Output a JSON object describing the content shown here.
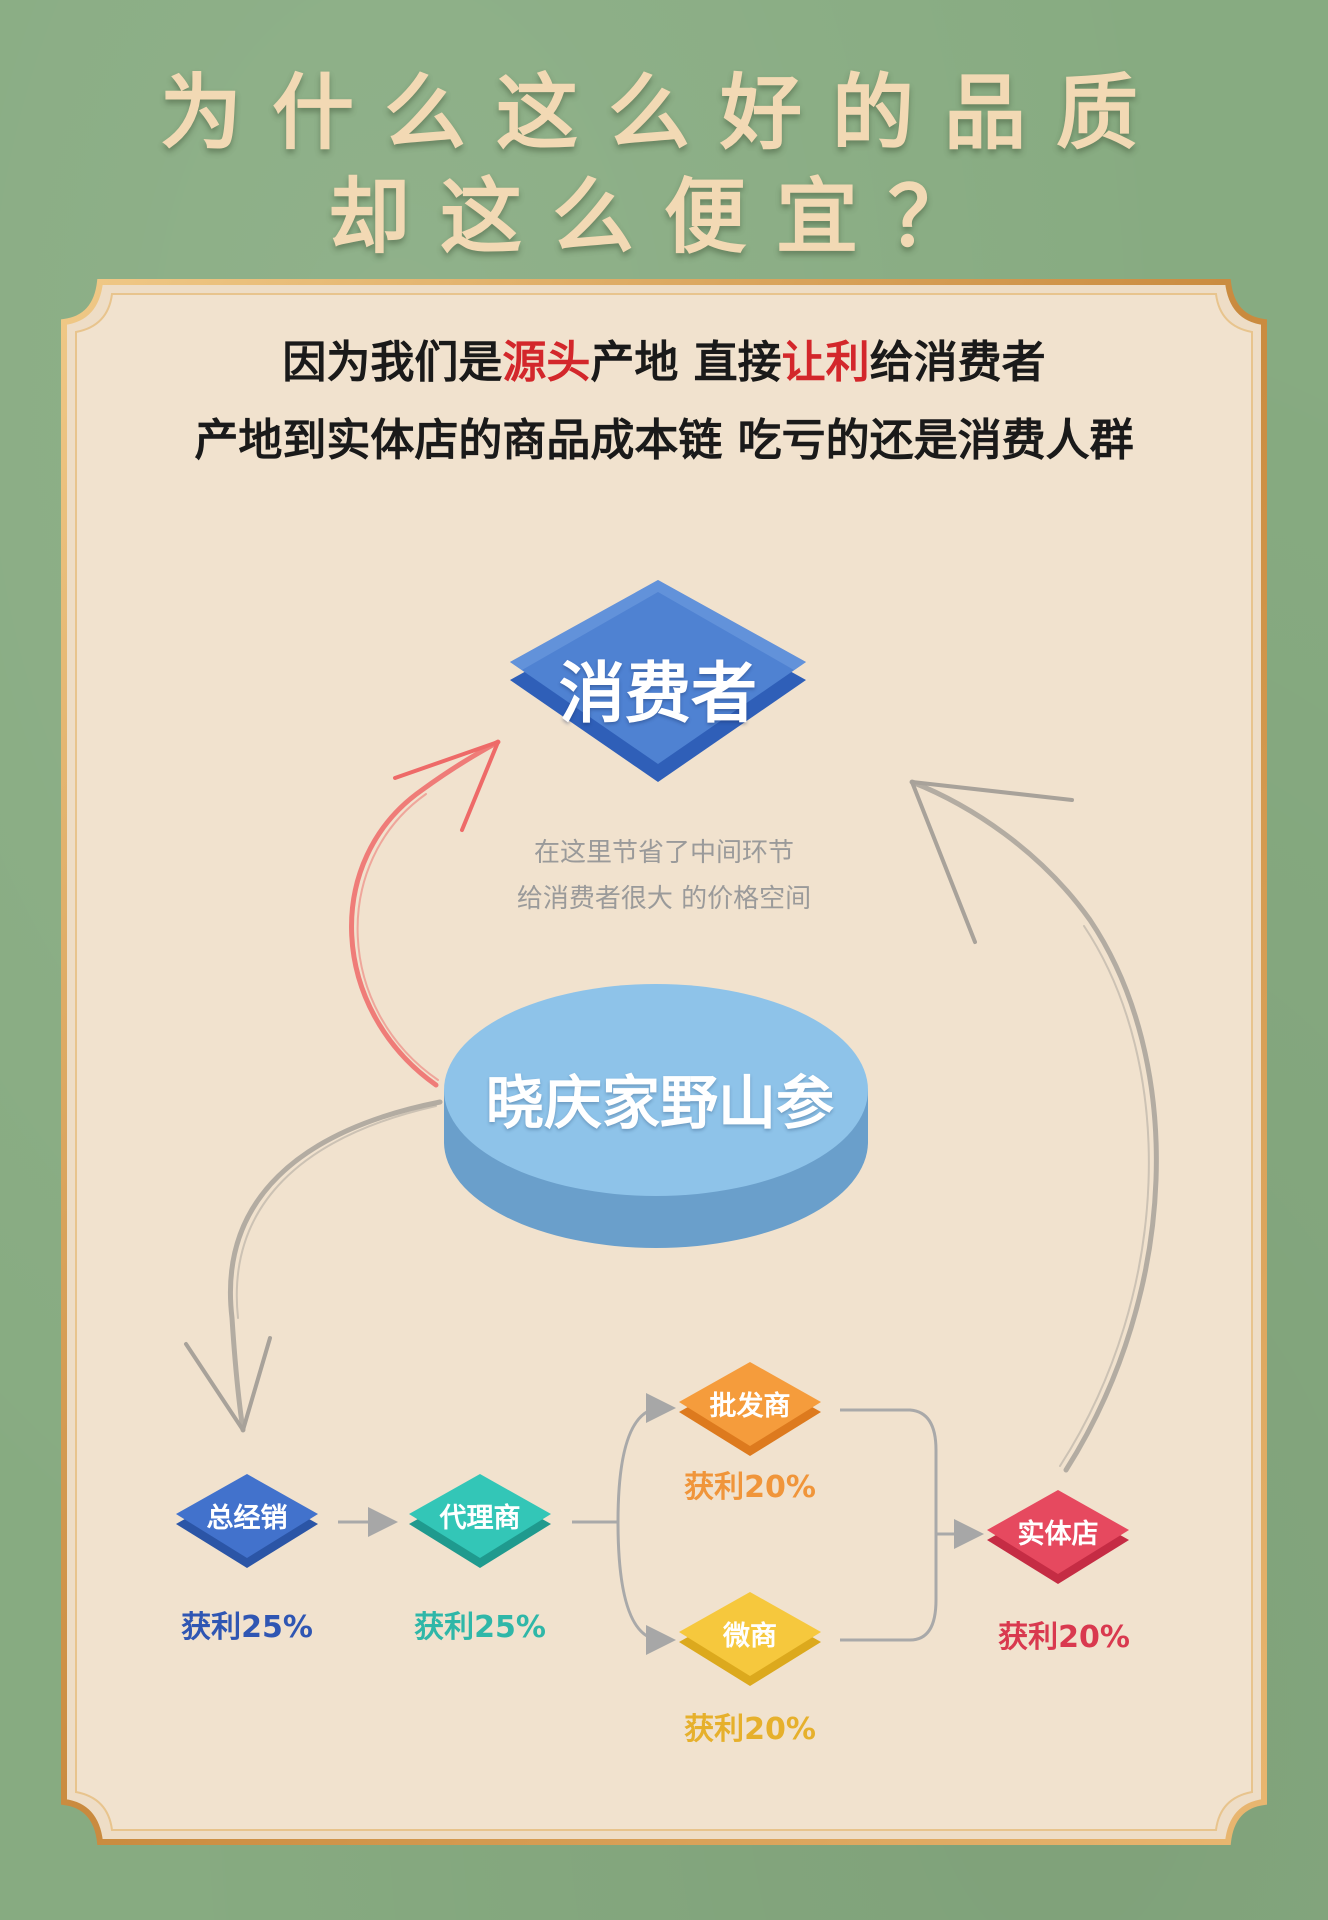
{
  "title": {
    "line1": "为什么这么好的品质",
    "line2": "却这么便宜？"
  },
  "headline": {
    "line1_parts": [
      "因为我们是",
      "源头",
      "产地 直接",
      "让利",
      "给消费者"
    ],
    "line2": "产地到实体店的商品成本链 吃亏的还是消费人群"
  },
  "consumer_label": "消费者",
  "note": {
    "line1": "在这里节省了中间环节",
    "line2": "给消费者很大 的价格空间"
  },
  "source_label": "晓庆家野山参",
  "chain": [
    {
      "id": "general",
      "label": "总经销",
      "profit": "获利25%",
      "color": "#3f6fc9",
      "profit_color": "#2f56b3"
    },
    {
      "id": "agent",
      "label": "代理商",
      "profit": "获利25%",
      "color": "#2fc2b4",
      "profit_color": "#2fb7a8"
    },
    {
      "id": "wholesale",
      "label": "批发商",
      "profit": "获利20%",
      "color": "#f49b3b",
      "profit_color": "#f0953a"
    },
    {
      "id": "micro",
      "label": "微商",
      "profit": "获利20%",
      "color": "#f5c73a",
      "profit_color": "#e6b02c"
    },
    {
      "id": "store",
      "label": "实体店",
      "profit": "获利20%",
      "color": "#e5485f",
      "profit_color": "#d9394f"
    }
  ],
  "colors": {
    "background": "#87ab81",
    "card": "#f0e0ca",
    "card_border": "#dba55a",
    "title": "#f2d9b4",
    "highlight": "#d3272b",
    "consumer": "#4a7ccf",
    "source": "#8cc3e8",
    "red_arrow": "#ef6b6b",
    "gray_arrow": "#a9a39a"
  }
}
